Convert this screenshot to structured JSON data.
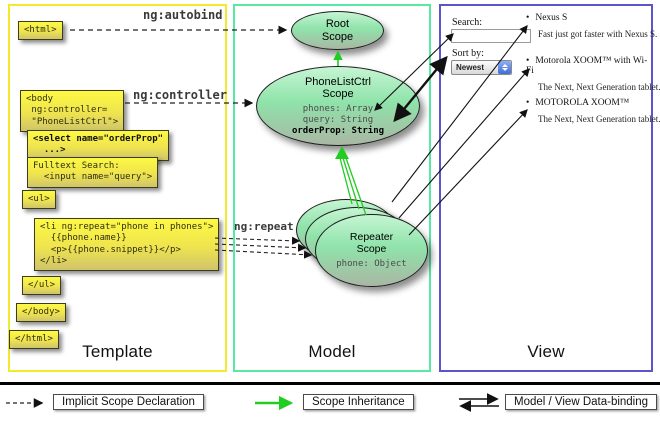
{
  "columns": {
    "template": {
      "title": "Template"
    },
    "model": {
      "title": "Model"
    },
    "view": {
      "title": "View"
    }
  },
  "annotations": {
    "autobind": "ng:autobind",
    "controller": "ng:controller",
    "repeat": "ng:repeat"
  },
  "template_boxes": [
    {
      "id": "html-open",
      "code": "<html>"
    },
    {
      "id": "body-open",
      "code": "<body\n ng:controller=\n \"PhoneListCtrl\">"
    },
    {
      "id": "select",
      "code": "<select name=\"orderProp\"\n  ...>"
    },
    {
      "id": "fulltext",
      "code": "Fulltext Search:\n  <input name=\"query\">"
    },
    {
      "id": "ul-open",
      "code": "<ul>"
    },
    {
      "id": "li-repeat",
      "code": "<li ng:repeat=\"phone in phones\">\n  {{phone.name}}\n  <p>{{phone.snippet}}</p>\n</li>"
    },
    {
      "id": "ul-close",
      "code": "</ul>"
    },
    {
      "id": "body-close",
      "code": "</body>"
    },
    {
      "id": "html-close",
      "code": "</html>"
    }
  ],
  "scopes": {
    "root": {
      "title": "Root\nScope"
    },
    "phone_list": {
      "title": "PhoneListCtrl\nScope",
      "prop1": "phones: Array",
      "prop2": "query: String",
      "prop3": "orderProp: String"
    },
    "repeater": {
      "title": "Repeater\nScope",
      "prop": "phone: Object"
    }
  },
  "view_panel": {
    "search_label": "Search:",
    "search_value": "",
    "sort_label": "Sort by:",
    "sort_value": "Newest",
    "items": [
      {
        "name": "Nexus S",
        "desc": "Fast just got faster with Nexus S."
      },
      {
        "name": "Motorola XOOM™ with Wi-Fi",
        "desc": "The Next, Next Generation tablet."
      },
      {
        "name": "MOTOROLA XOOM™",
        "desc": "The Next, Next Generation tablet."
      }
    ]
  },
  "legend": {
    "implicit": "Implicit Scope Declaration",
    "inheritance": "Scope Inheritance",
    "databinding": "Model / View Data-binding"
  },
  "colors": {
    "template_border": "#f2ea2e",
    "model_border": "#57e8a4",
    "view_border": "#5a55cb",
    "code_box_top": "#fdf943",
    "code_box_bottom": "#cfc46a",
    "scope_fill": "#8fe3aa",
    "inheritance_arrow": "#22cc22"
  }
}
